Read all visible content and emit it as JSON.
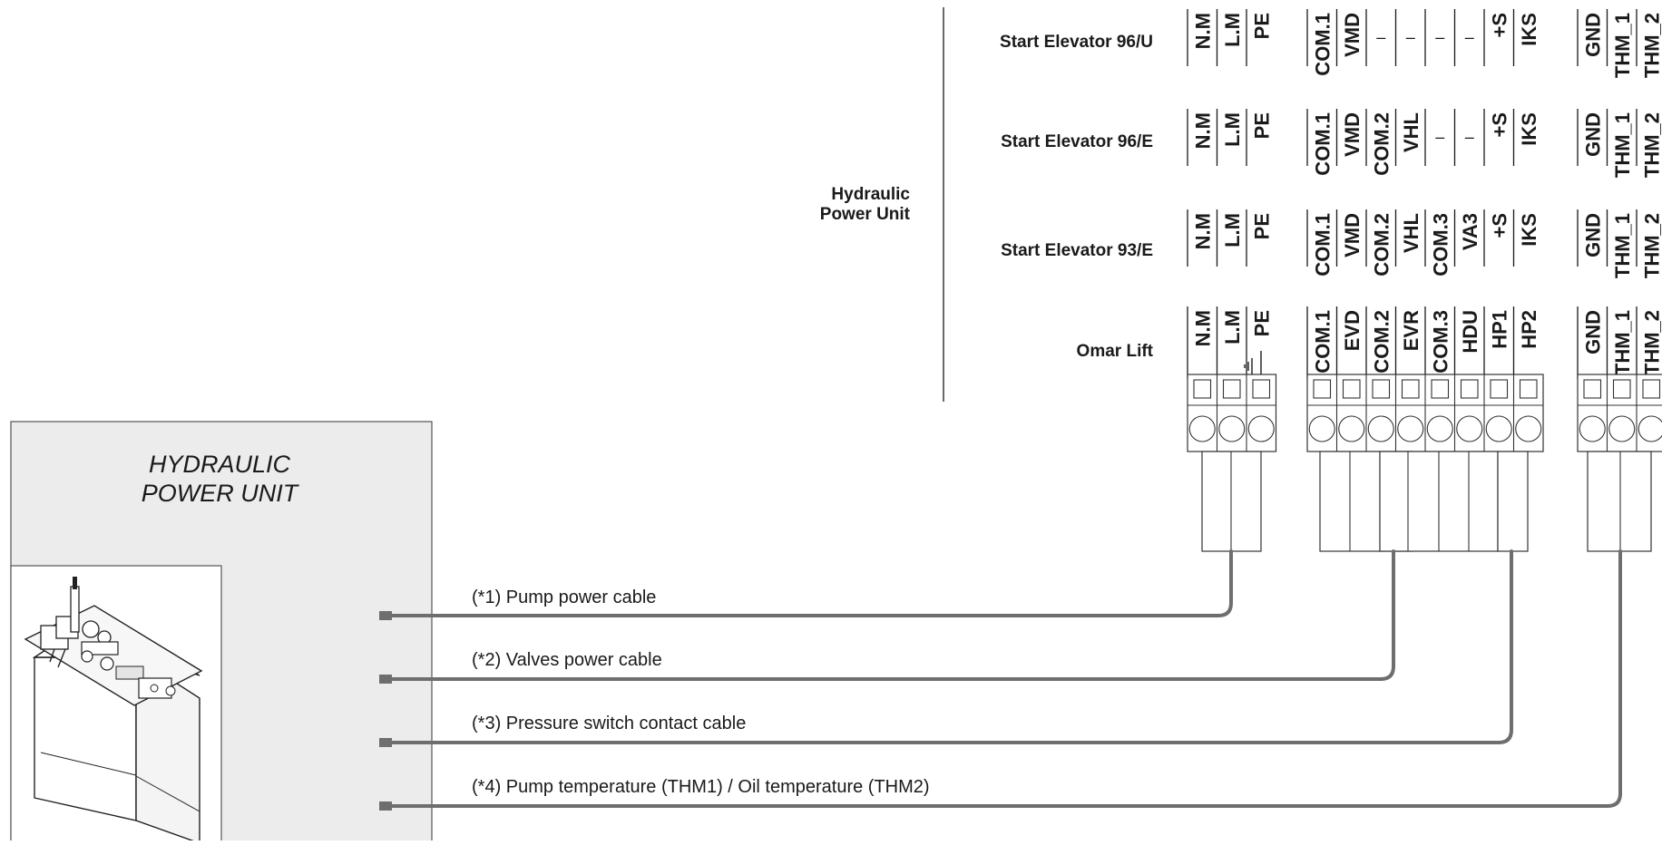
{
  "unit_group_label": [
    "Hydraulic",
    "Power Unit"
  ],
  "rows": [
    {
      "name": "Start Elevator 96/U",
      "groups": [
        [
          "N.M",
          "L.M",
          "PE"
        ],
        [
          "COM.1",
          "VMD",
          "–",
          "–",
          "–",
          "–",
          "+S",
          "IKS"
        ],
        [
          "GND",
          "THM_1",
          "THM_2"
        ]
      ]
    },
    {
      "name": "Start Elevator 96/E",
      "groups": [
        [
          "N.M",
          "L.M",
          "PE"
        ],
        [
          "COM.1",
          "VMD",
          "COM.2",
          "VHL",
          "–",
          "–",
          "+S",
          "IKS"
        ],
        [
          "GND",
          "THM_1",
          "THM_2"
        ]
      ]
    },
    {
      "name": "Start Elevator 93/E",
      "groups": [
        [
          "N.M",
          "L.M",
          "PE"
        ],
        [
          "COM.1",
          "VMD",
          "COM.2",
          "VHL",
          "COM.3",
          "VA3",
          "+S",
          "IKS"
        ],
        [
          "GND",
          "THM_1",
          "THM_2"
        ]
      ]
    },
    {
      "name": "Omar Lift",
      "groups": [
        [
          "N.M",
          "L.M",
          "PE"
        ],
        [
          "COM.1",
          "EVD",
          "COM.2",
          "EVR",
          "COM.3",
          "HDU",
          "HP1",
          "HP2"
        ],
        [
          "GND",
          "THM_1",
          "THM_2"
        ]
      ]
    }
  ],
  "unit_title": [
    "HYDRAULIC",
    "POWER UNIT"
  ],
  "cables": [
    {
      "label": "(*1) Pump power cable"
    },
    {
      "label": "(*2) Valves power cable"
    },
    {
      "label": "(*3) Pressure switch contact cable"
    },
    {
      "label": "(*4) Pump temperature  (THM1) / Oil temperature (THM2)"
    }
  ],
  "icons": [
    "ground-symbol-icon",
    "pump-unit-illustration"
  ],
  "colors": {
    "cable": "#6e6e6e",
    "unit_bg": "#ececec",
    "ink": "#1a1a1a"
  }
}
